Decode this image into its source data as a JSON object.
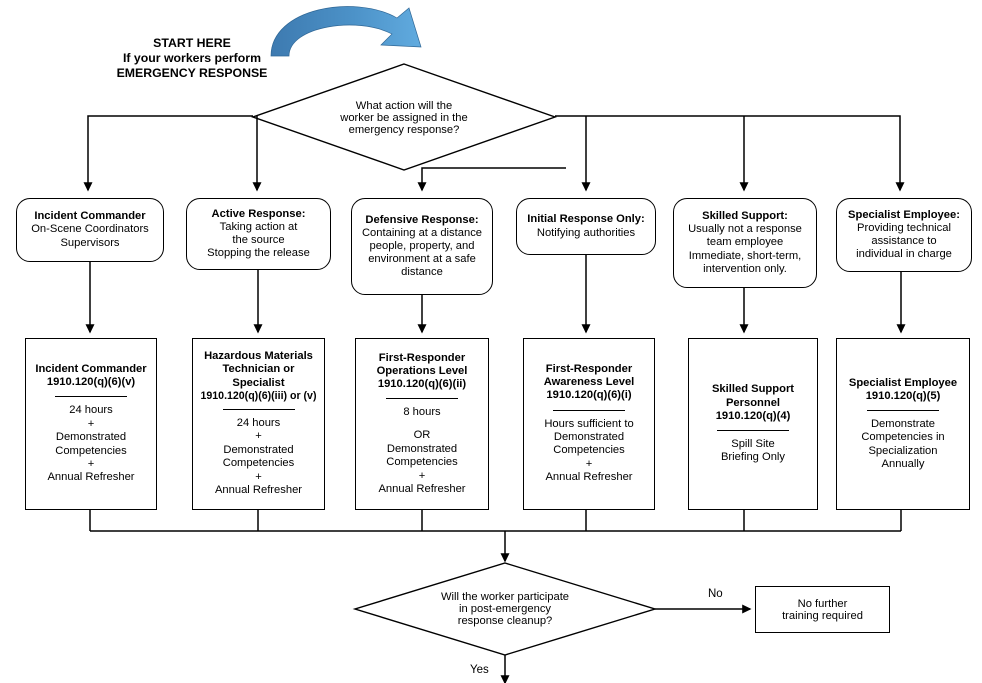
{
  "meta": {
    "title": "HAZWOPER Emergency Response Training Flowchart",
    "line_color": "#000000",
    "arrow_gradient_dark": "#3d7ab0",
    "arrow_gradient_light": "#5fa8dc",
    "background": "#ffffff"
  },
  "start": {
    "line1": "START HERE",
    "line2": "If your workers perform",
    "line3": "EMERGENCY RESPONSE",
    "arrow_icon": "curved-blue-arrow-icon"
  },
  "decision_top": {
    "line1": "What action will the",
    "line2": "worker be assigned in the",
    "line3": "emergency response?"
  },
  "roles": [
    {
      "title": "Incident Commander",
      "detail": [
        "On-Scene Coordinators",
        "Supervisors"
      ]
    },
    {
      "title": "Active Response:",
      "detail": [
        "Taking action at",
        "the source",
        "Stopping the release"
      ]
    },
    {
      "title": "Defensive Response:",
      "detail": [
        "Containing at a distance",
        "people, property, and",
        "environment at a safe",
        "distance"
      ]
    },
    {
      "title": "Initial Response Only:",
      "detail": [
        "Notifying authorities"
      ]
    },
    {
      "title": "Skilled Support:",
      "detail": [
        "Usually not a response",
        "team employee",
        "Immediate, short-term,",
        "intervention only."
      ]
    },
    {
      "title": "Specialist Employee:",
      "detail": [
        "Providing technical",
        "assistance to",
        "individual in charge"
      ]
    }
  ],
  "requirements": [
    {
      "heading": [
        "Incident Commander",
        "1910.120(q)(6)(v)"
      ],
      "body": [
        "24 hours",
        "+",
        "Demonstrated",
        "Competencies",
        "+",
        "Annual Refresher"
      ]
    },
    {
      "heading": [
        "Hazardous Materials",
        "Technician or",
        "Specialist",
        "1910.120(q)(6)(iii) or (v)"
      ],
      "body": [
        "24 hours",
        "+",
        "Demonstrated",
        "Competencies",
        "+",
        "Annual Refresher"
      ]
    },
    {
      "heading": [
        "First-Responder",
        "Operations Level",
        "1910.120(q)(6)(ii)"
      ],
      "body": [
        "8 hours",
        "",
        "OR",
        "Demonstrated",
        "Competencies",
        "+",
        "Annual Refresher"
      ]
    },
    {
      "heading": [
        "First-Responder",
        "Awareness Level",
        "1910.120(q)(6)(i)"
      ],
      "body": [
        "Hours sufficient to",
        "Demonstrated",
        "Competencies",
        "+",
        "Annual Refresher"
      ]
    },
    {
      "heading": [
        "Skilled Support",
        "Personnel",
        "1910.120(q)(4)"
      ],
      "body": [
        "Spill Site",
        "Briefing Only"
      ]
    },
    {
      "heading": [
        "Specialist Employee",
        "1910.120(q)(5)"
      ],
      "body": [
        "Demonstrate",
        "Competencies in",
        "Specialization",
        "Annually"
      ]
    }
  ],
  "decision_bottom": {
    "line1": "Will the worker participate",
    "line2": "in post-emergency",
    "line3": "response cleanup?",
    "label_no": "No",
    "label_yes": "Yes"
  },
  "terminal": {
    "line1": "No further",
    "line2": "training required"
  }
}
